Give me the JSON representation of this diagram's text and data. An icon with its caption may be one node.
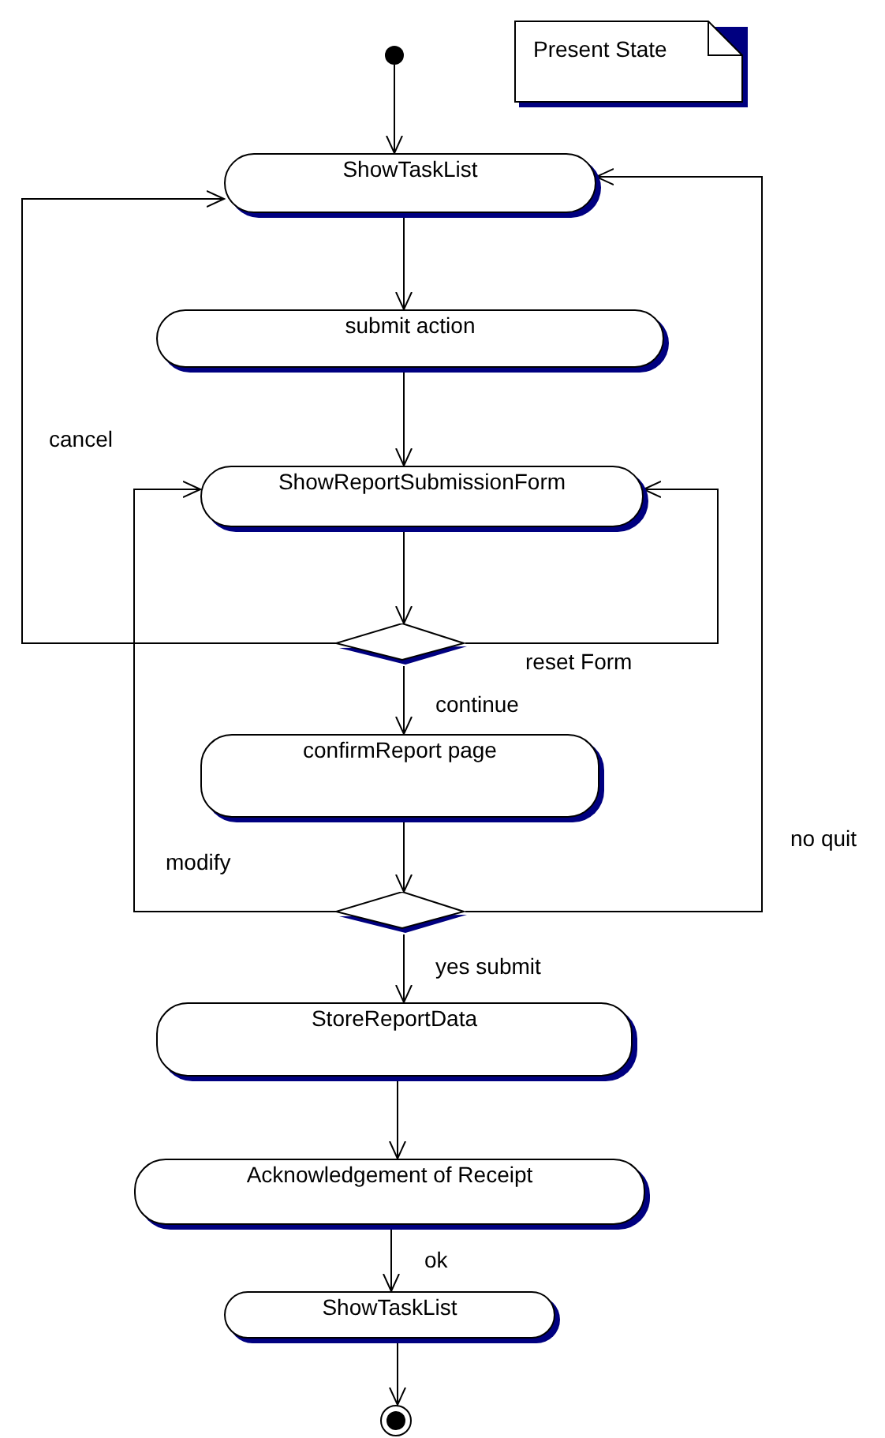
{
  "diagram": {
    "nodes": [
      {
        "text": [],
        "shape": "circle"
      },
      {
        "text": [
          "Present State"
        ]
      },
      {
        "text": [
          "ShowTaskList"
        ]
      },
      {
        "text": [
          "submit action"
        ]
      },
      {
        "text": [
          "ShowReportSubmissionForm"
        ]
      },
      {
        "text": [],
        "shape": "diamond"
      },
      {
        "text": [
          "confirmReport page"
        ]
      },
      {
        "text": [],
        "shape": "diamond"
      },
      {
        "text": [
          "StoreReportData"
        ]
      },
      {
        "text": [
          "Acknowledgement of Receipt"
        ]
      },
      {
        "text": [
          "ShowTaskList"
        ]
      },
      {
        "text": [],
        "shape": "bullseye"
      }
    ],
    "edges": [
      {
        "from": 0,
        "to": 2,
        "arrow": "to"
      },
      {
        "from": 2,
        "to": 3,
        "arrow": "to"
      },
      {
        "from": 3,
        "to": 4,
        "arrow": "to"
      },
      {
        "from": 4,
        "to": 5,
        "arrow": "to"
      },
      {
        "from": 5,
        "to": 2,
        "arrow": "to",
        "label": "cancel"
      },
      {
        "from": 5,
        "to": 4,
        "arrow": "to",
        "label": "reset Form"
      },
      {
        "from": 5,
        "to": 6,
        "arrow": "to",
        "label": "continue"
      },
      {
        "from": 6,
        "to": 7,
        "arrow": "to"
      },
      {
        "from": 7,
        "to": 4,
        "arrow": "to",
        "label": "modify"
      },
      {
        "from": 7,
        "to": 2,
        "arrow": "to",
        "label": "no quit"
      },
      {
        "from": 7,
        "to": 8,
        "arrow": "to",
        "label": "yes submit"
      },
      {
        "from": 8,
        "to": 9,
        "arrow": "to"
      },
      {
        "from": 9,
        "to": 10,
        "arrow": "to",
        "label": "ok"
      },
      {
        "from": 10,
        "to": 11,
        "arrow": "to"
      }
    ]
  }
}
